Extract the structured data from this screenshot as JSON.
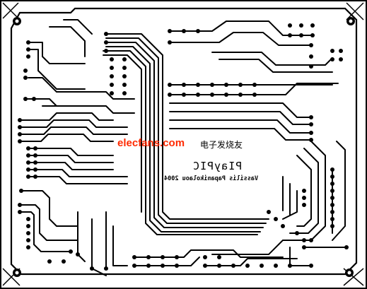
{
  "board": {
    "title_mirrored": "PIayPIC",
    "credit_mirrored": "Vassilis Papanikolaou 2004"
  },
  "watermark": {
    "text": "elecfans.com",
    "text_cn": "电子发烧友",
    "color": "#ff2a00"
  },
  "colors": {
    "copper": "#000000",
    "background": "#ffffff"
  }
}
